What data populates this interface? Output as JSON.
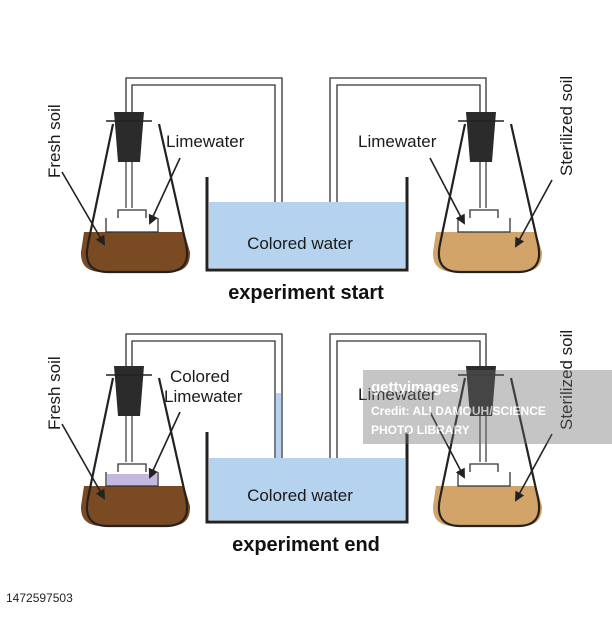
{
  "colors": {
    "fresh_soil": "#7a4a22",
    "sterilized_soil": "#d2a46a",
    "water": "#b5d3ee",
    "colored_limewater": "#c4b8e0",
    "stopper": "#2b2b2b",
    "outline": "#222222"
  },
  "top": {
    "left_flask_label": "Fresh soil",
    "left_dish_label": "Limewater",
    "right_dish_label": "Limewater",
    "right_flask_label": "Sterilized soil",
    "tank_label": "Colored water",
    "caption": "experiment start"
  },
  "bottom": {
    "left_flask_label": "Fresh soil",
    "left_dish_label_line1": "Colored",
    "left_dish_label_line2": "Limewater",
    "right_dish_label": "Limewater",
    "right_flask_label": "Sterilized soil",
    "tank_label": "Colored water",
    "caption": "experiment end"
  },
  "watermark": {
    "title": "gettyimages",
    "credit_line1": "Credit: ALI DAMOUH/SCIENCE",
    "credit_line2": "PHOTO LIBRARY"
  },
  "image_id": "1472597503"
}
